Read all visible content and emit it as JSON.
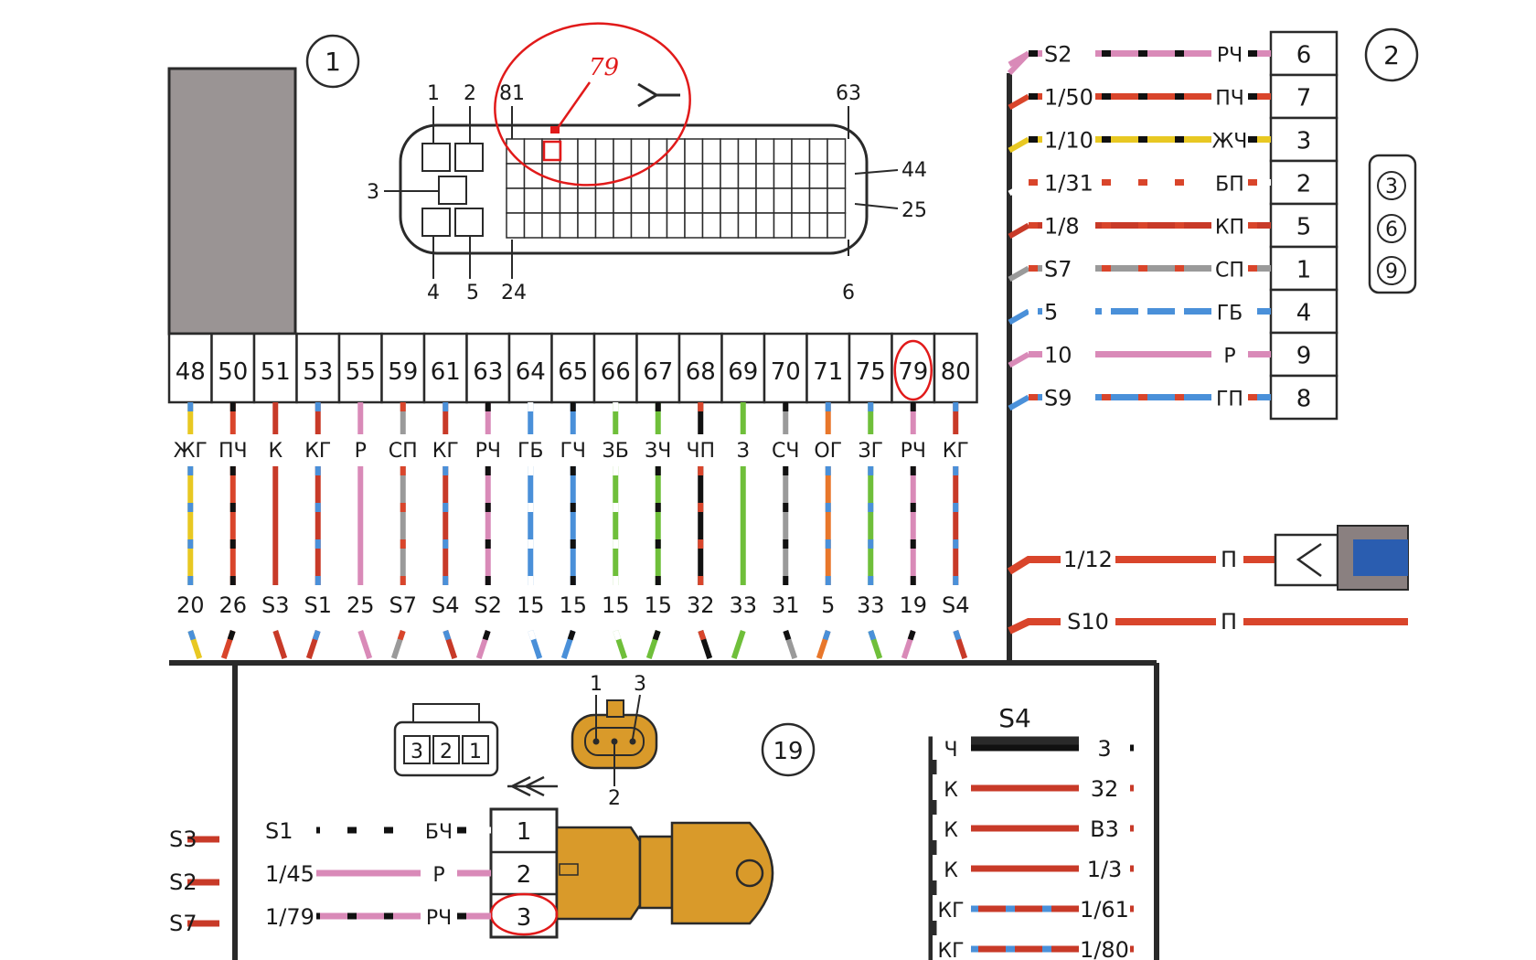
{
  "main_connector": {
    "id": "1",
    "pin_labels_top": [
      "1",
      "2",
      "81",
      "63"
    ],
    "pin_labels_side": [
      "3",
      "44",
      "25"
    ],
    "pin_labels_bottom": [
      "4",
      "5",
      "24",
      "6"
    ],
    "handwritten_note": "79"
  },
  "pin_strip": [
    {
      "pin": "48",
      "color_code": "ЖГ",
      "dest": "20",
      "colors": [
        "#e8c822",
        "#4a90d9"
      ]
    },
    {
      "pin": "50",
      "color_code": "ПЧ",
      "dest": "26",
      "colors": [
        "#d9452b",
        "#111111"
      ]
    },
    {
      "pin": "51",
      "color_code": "К",
      "dest": "S3",
      "colors": [
        "#c83a28",
        "#c83a28"
      ]
    },
    {
      "pin": "53",
      "color_code": "КГ",
      "dest": "S1",
      "colors": [
        "#c83a28",
        "#4a90d9"
      ]
    },
    {
      "pin": "55",
      "color_code": "Р",
      "dest": "25",
      "colors": [
        "#d98ab8",
        "#d98ab8"
      ]
    },
    {
      "pin": "59",
      "color_code": "СП",
      "dest": "S7",
      "colors": [
        "#9a9a9a",
        "#d9452b"
      ]
    },
    {
      "pin": "61",
      "color_code": "КГ",
      "dest": "S4",
      "colors": [
        "#c83a28",
        "#4a90d9"
      ]
    },
    {
      "pin": "63",
      "color_code": "РЧ",
      "dest": "S2",
      "colors": [
        "#d98ab8",
        "#111111"
      ]
    },
    {
      "pin": "64",
      "color_code": "ГБ",
      "dest": "15",
      "colors": [
        "#4a90d9",
        "#ffffff"
      ]
    },
    {
      "pin": "65",
      "color_code": "ГЧ",
      "dest": "15",
      "colors": [
        "#4a90d9",
        "#111111"
      ]
    },
    {
      "pin": "66",
      "color_code": "ЗБ",
      "dest": "15",
      "colors": [
        "#6fbf3a",
        "#ffffff"
      ]
    },
    {
      "pin": "67",
      "color_code": "ЗЧ",
      "dest": "15",
      "colors": [
        "#6fbf3a",
        "#111111"
      ]
    },
    {
      "pin": "68",
      "color_code": "ЧП",
      "dest": "32",
      "colors": [
        "#111111",
        "#d9452b"
      ]
    },
    {
      "pin": "69",
      "color_code": "З",
      "dest": "33",
      "colors": [
        "#6fbf3a",
        "#6fbf3a"
      ]
    },
    {
      "pin": "70",
      "color_code": "СЧ",
      "dest": "31",
      "colors": [
        "#9a9a9a",
        "#111111"
      ]
    },
    {
      "pin": "71",
      "color_code": "ОГ",
      "dest": "5",
      "colors": [
        "#e8772b",
        "#4a90d9"
      ]
    },
    {
      "pin": "75",
      "color_code": "ЗГ",
      "dest": "33",
      "colors": [
        "#6fbf3a",
        "#4a90d9"
      ]
    },
    {
      "pin": "79",
      "color_code": "РЧ",
      "dest": "19",
      "colors": [
        "#d98ab8",
        "#111111"
      ]
    },
    {
      "pin": "80",
      "color_code": "КГ",
      "dest": "S4",
      "colors": [
        "#c83a28",
        "#4a90d9"
      ]
    }
  ],
  "right_connector": {
    "id": "2",
    "side_labels": [
      "3",
      "6",
      "9"
    ],
    "wires": [
      {
        "src": "S2",
        "code": "РЧ",
        "pin": "6",
        "colors": [
          "#d98ab8",
          "#111111"
        ]
      },
      {
        "src": "1/50",
        "code": "ПЧ",
        "pin": "7",
        "colors": [
          "#d9452b",
          "#111111"
        ]
      },
      {
        "src": "1/10",
        "code": "ЖЧ",
        "pin": "3",
        "colors": [
          "#e8c822",
          "#111111"
        ]
      },
      {
        "src": "1/31",
        "code": "БП",
        "pin": "2",
        "colors": [
          "#ffffff",
          "#d9452b"
        ]
      },
      {
        "src": "1/8",
        "code": "КП",
        "pin": "5",
        "colors": [
          "#c83a28",
          "#d9452b"
        ]
      },
      {
        "src": "S7",
        "code": "СП",
        "pin": "1",
        "colors": [
          "#9a9a9a",
          "#d9452b"
        ]
      },
      {
        "src": "5",
        "code": "ГБ",
        "pin": "4",
        "colors": [
          "#4a90d9",
          "#ffffff"
        ]
      },
      {
        "src": "10",
        "code": "Р",
        "pin": "9",
        "colors": [
          "#d98ab8",
          "#d98ab8"
        ]
      },
      {
        "src": "S9",
        "code": "ГП",
        "pin": "8",
        "colors": [
          "#4a90d9",
          "#d9452b"
        ]
      }
    ]
  },
  "extra_wires": [
    {
      "src": "1/12",
      "code": "П"
    },
    {
      "src": "S10",
      "code": "П"
    }
  ],
  "sensor": {
    "id": "19",
    "plug_pins": [
      "3",
      "2",
      "1"
    ],
    "socket_labels": [
      "1",
      "3",
      "2"
    ],
    "left_labels": [
      "S3",
      "S2",
      "S7"
    ],
    "wires": [
      {
        "src": "S1",
        "code": "БЧ",
        "pin": "1",
        "colors": [
          "#ffffff",
          "#111111"
        ]
      },
      {
        "src": "1/45",
        "code": "Р",
        "pin": "2",
        "colors": [
          "#d98ab8",
          "#d98ab8"
        ]
      },
      {
        "src": "1/79",
        "code": "РЧ",
        "pin": "3",
        "colors": [
          "#d98ab8",
          "#111111"
        ]
      }
    ]
  },
  "splice": {
    "title": "S4",
    "rows": [
      {
        "code": "Ч",
        "dest": "3",
        "colors": [
          "#111111",
          "#111111"
        ]
      },
      {
        "code": "К",
        "dest": "32",
        "colors": [
          "#c83a28",
          "#c83a28"
        ]
      },
      {
        "code": "К",
        "dest": "В3",
        "colors": [
          "#c83a28",
          "#c83a28"
        ]
      },
      {
        "code": "К",
        "dest": "1/3",
        "colors": [
          "#c83a28",
          "#c83a28"
        ]
      },
      {
        "code": "КГ",
        "dest": "1/61",
        "colors": [
          "#c83a28",
          "#4a90d9"
        ]
      },
      {
        "code": "КГ",
        "dest": "1/80",
        "colors": [
          "#c83a28",
          "#4a90d9"
        ]
      }
    ]
  },
  "colors": {
    "frame": "#2a2a2a",
    "ecu_block": "#9a9494",
    "annotation": "#e11a1a",
    "sensor_body": "#d99a2a",
    "plug_fill": "#d99a2a"
  }
}
